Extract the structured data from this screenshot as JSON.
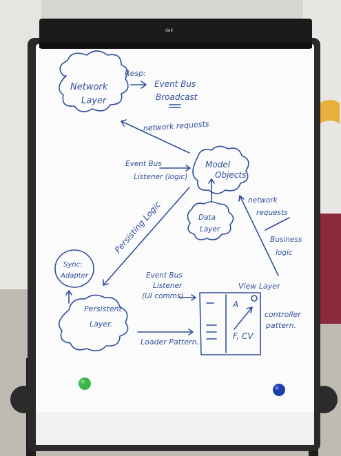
{
  "brand": "deli",
  "diagram": {
    "network_layer": "Network\nLayer",
    "resp": "Resp:",
    "event_bus_broadcast": "Event Bus\nBroadcast",
    "network_requests_top": "network requests",
    "event_bus_listener_logic": "Event Bus\nListener (logic)",
    "model_objects": "Model\nObjects",
    "persisting_logic": "Persisting Logic",
    "data_layer": "Data\nLayer",
    "network_requests_right": "network\nrequests",
    "business_logic": "Business\nlogic",
    "sync_adapter": "Sync:\nAdapter",
    "event_bus_listener_ui": "Event Bus\nListener\n(UI comms)",
    "view_layer": "View Layer",
    "persistent_layer": "Persistent\nLayer.",
    "controller_pattern": "controller\npattern.",
    "loader_pattern": "Loader Pattern.",
    "view_a": "A",
    "view_fcv": "F, CV"
  },
  "magnets": {
    "left_color": "#3fb44a",
    "right_color": "#1f3fb0"
  },
  "colors": {
    "ink": "#2f4f9a",
    "board": "#ffffff",
    "frame": "#2a2a2a"
  }
}
